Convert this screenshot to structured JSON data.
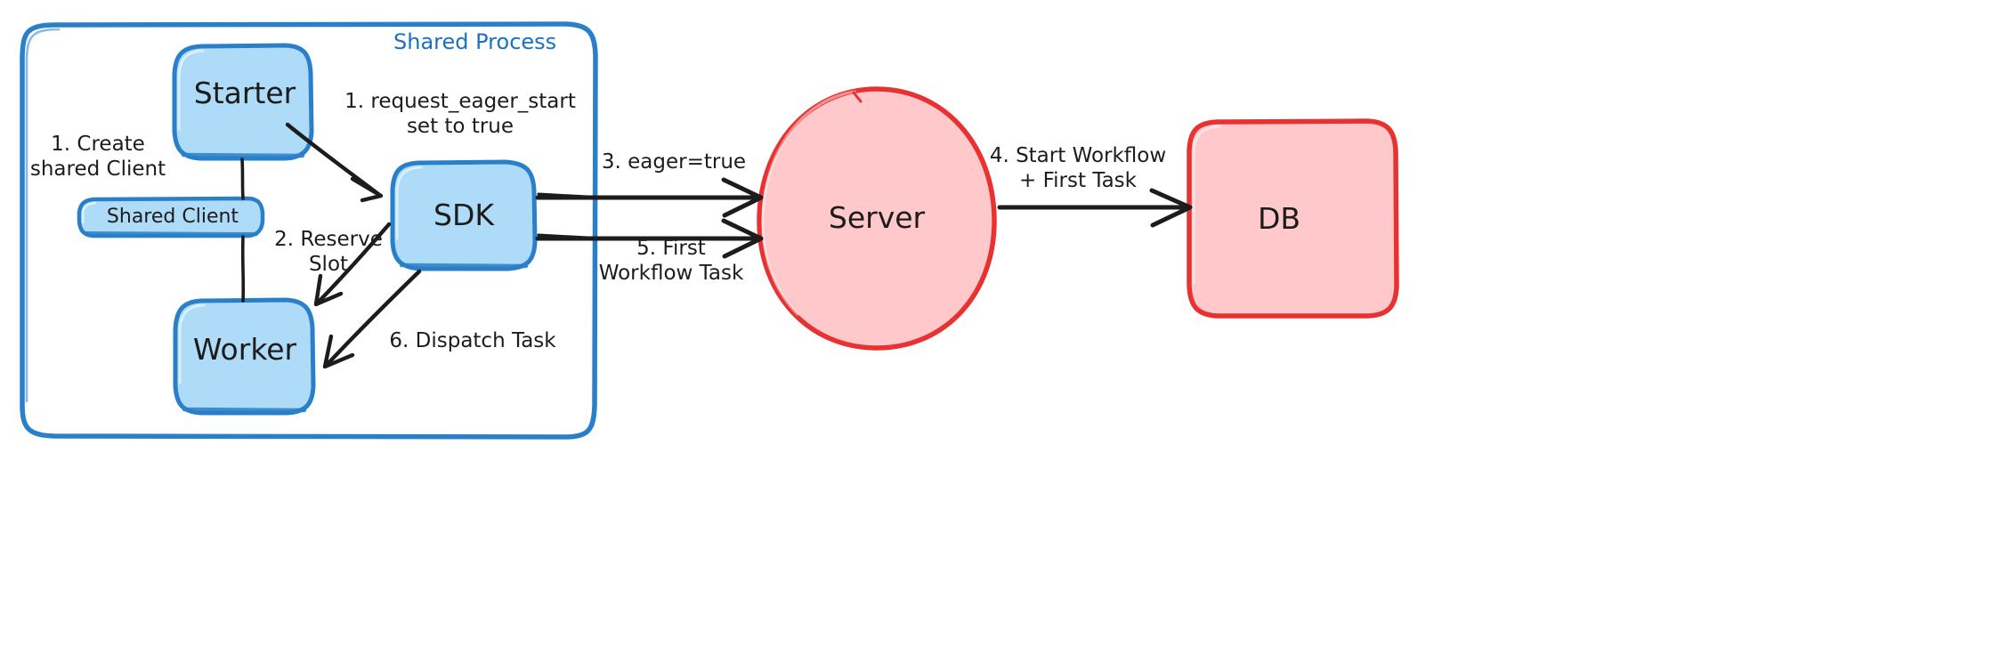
{
  "diagram": {
    "title_visible": false,
    "colors": {
      "blue_fill": "#aedcf8",
      "blue_stroke": "#2a7fc9",
      "red_fill": "#ffc9cb",
      "red_stroke": "#e83232",
      "arrow": "#1c1c1c",
      "text": "#1c1c1c",
      "group_label": "#1971c2",
      "background": "#ffffff"
    },
    "groups": [
      {
        "id": "shared-process",
        "label": "Shared Process",
        "style": "rounded-rect",
        "stroke": "#2a7fc9",
        "fill": "none"
      }
    ],
    "nodes": [
      {
        "id": "starter",
        "label": "Starter",
        "shape": "rounded-rect",
        "fill": "#aedcf8",
        "stroke": "#2a7fc9"
      },
      {
        "id": "shared-client",
        "label": "Shared Client",
        "shape": "rounded-rect",
        "fill": "#aedcf8",
        "stroke": "#2a7fc9"
      },
      {
        "id": "worker",
        "label": "Worker",
        "shape": "rounded-rect",
        "fill": "#aedcf8",
        "stroke": "#2a7fc9"
      },
      {
        "id": "sdk",
        "label": "SDK",
        "shape": "rounded-rect",
        "fill": "#aedcf8",
        "stroke": "#2a7fc9"
      },
      {
        "id": "server",
        "label": "Server",
        "shape": "ellipse",
        "fill": "#ffc9cb",
        "stroke": "#e83232"
      },
      {
        "id": "db",
        "label": "DB",
        "shape": "rounded-rect",
        "fill": "#ffc9cb",
        "stroke": "#e83232"
      }
    ],
    "edges": [
      {
        "id": "e1",
        "from": "starter",
        "to": "shared-client",
        "label": "1. Create\nshared Client",
        "arrow": false
      },
      {
        "id": "e2",
        "from": "shared-client",
        "to": "worker",
        "label": "",
        "arrow": false
      },
      {
        "id": "e3",
        "from": "starter",
        "to": "sdk",
        "label": "1. request_eager_start\nset to true",
        "arrow": true
      },
      {
        "id": "e4",
        "from": "sdk",
        "to": "worker",
        "label": "2. Reserve\nSlot",
        "arrow": true
      },
      {
        "id": "e5",
        "from": "sdk",
        "to": "server",
        "label": "3. eager=true",
        "arrow": true
      },
      {
        "id": "e6",
        "from": "server",
        "to": "db",
        "label": "4. Start Workflow\n+ First Task",
        "arrow": true
      },
      {
        "id": "e7",
        "from": "sdk",
        "to": "server",
        "label": "5. First\nWorkflow Task",
        "arrow": true
      },
      {
        "id": "e8",
        "from": "sdk",
        "to": "worker",
        "label": "6. Dispatch Task",
        "arrow": true
      }
    ],
    "labels": {
      "starter": "Starter",
      "shared_client": "Shared Client",
      "worker": "Worker",
      "sdk": "SDK",
      "server": "Server",
      "db": "DB",
      "shared_process": "Shared Process",
      "step1_create": "1. Create\nshared Client",
      "step1_eager": "1. request_eager_start\nset to true",
      "step2_reserve": "2. Reserve\nSlot",
      "step3_eager_true": "3. eager=true",
      "step4_start_workflow": "4. Start Workflow\n+ First Task",
      "step5_first_task": "5. First\nWorkflow Task",
      "step6_dispatch": "6. Dispatch Task"
    }
  }
}
